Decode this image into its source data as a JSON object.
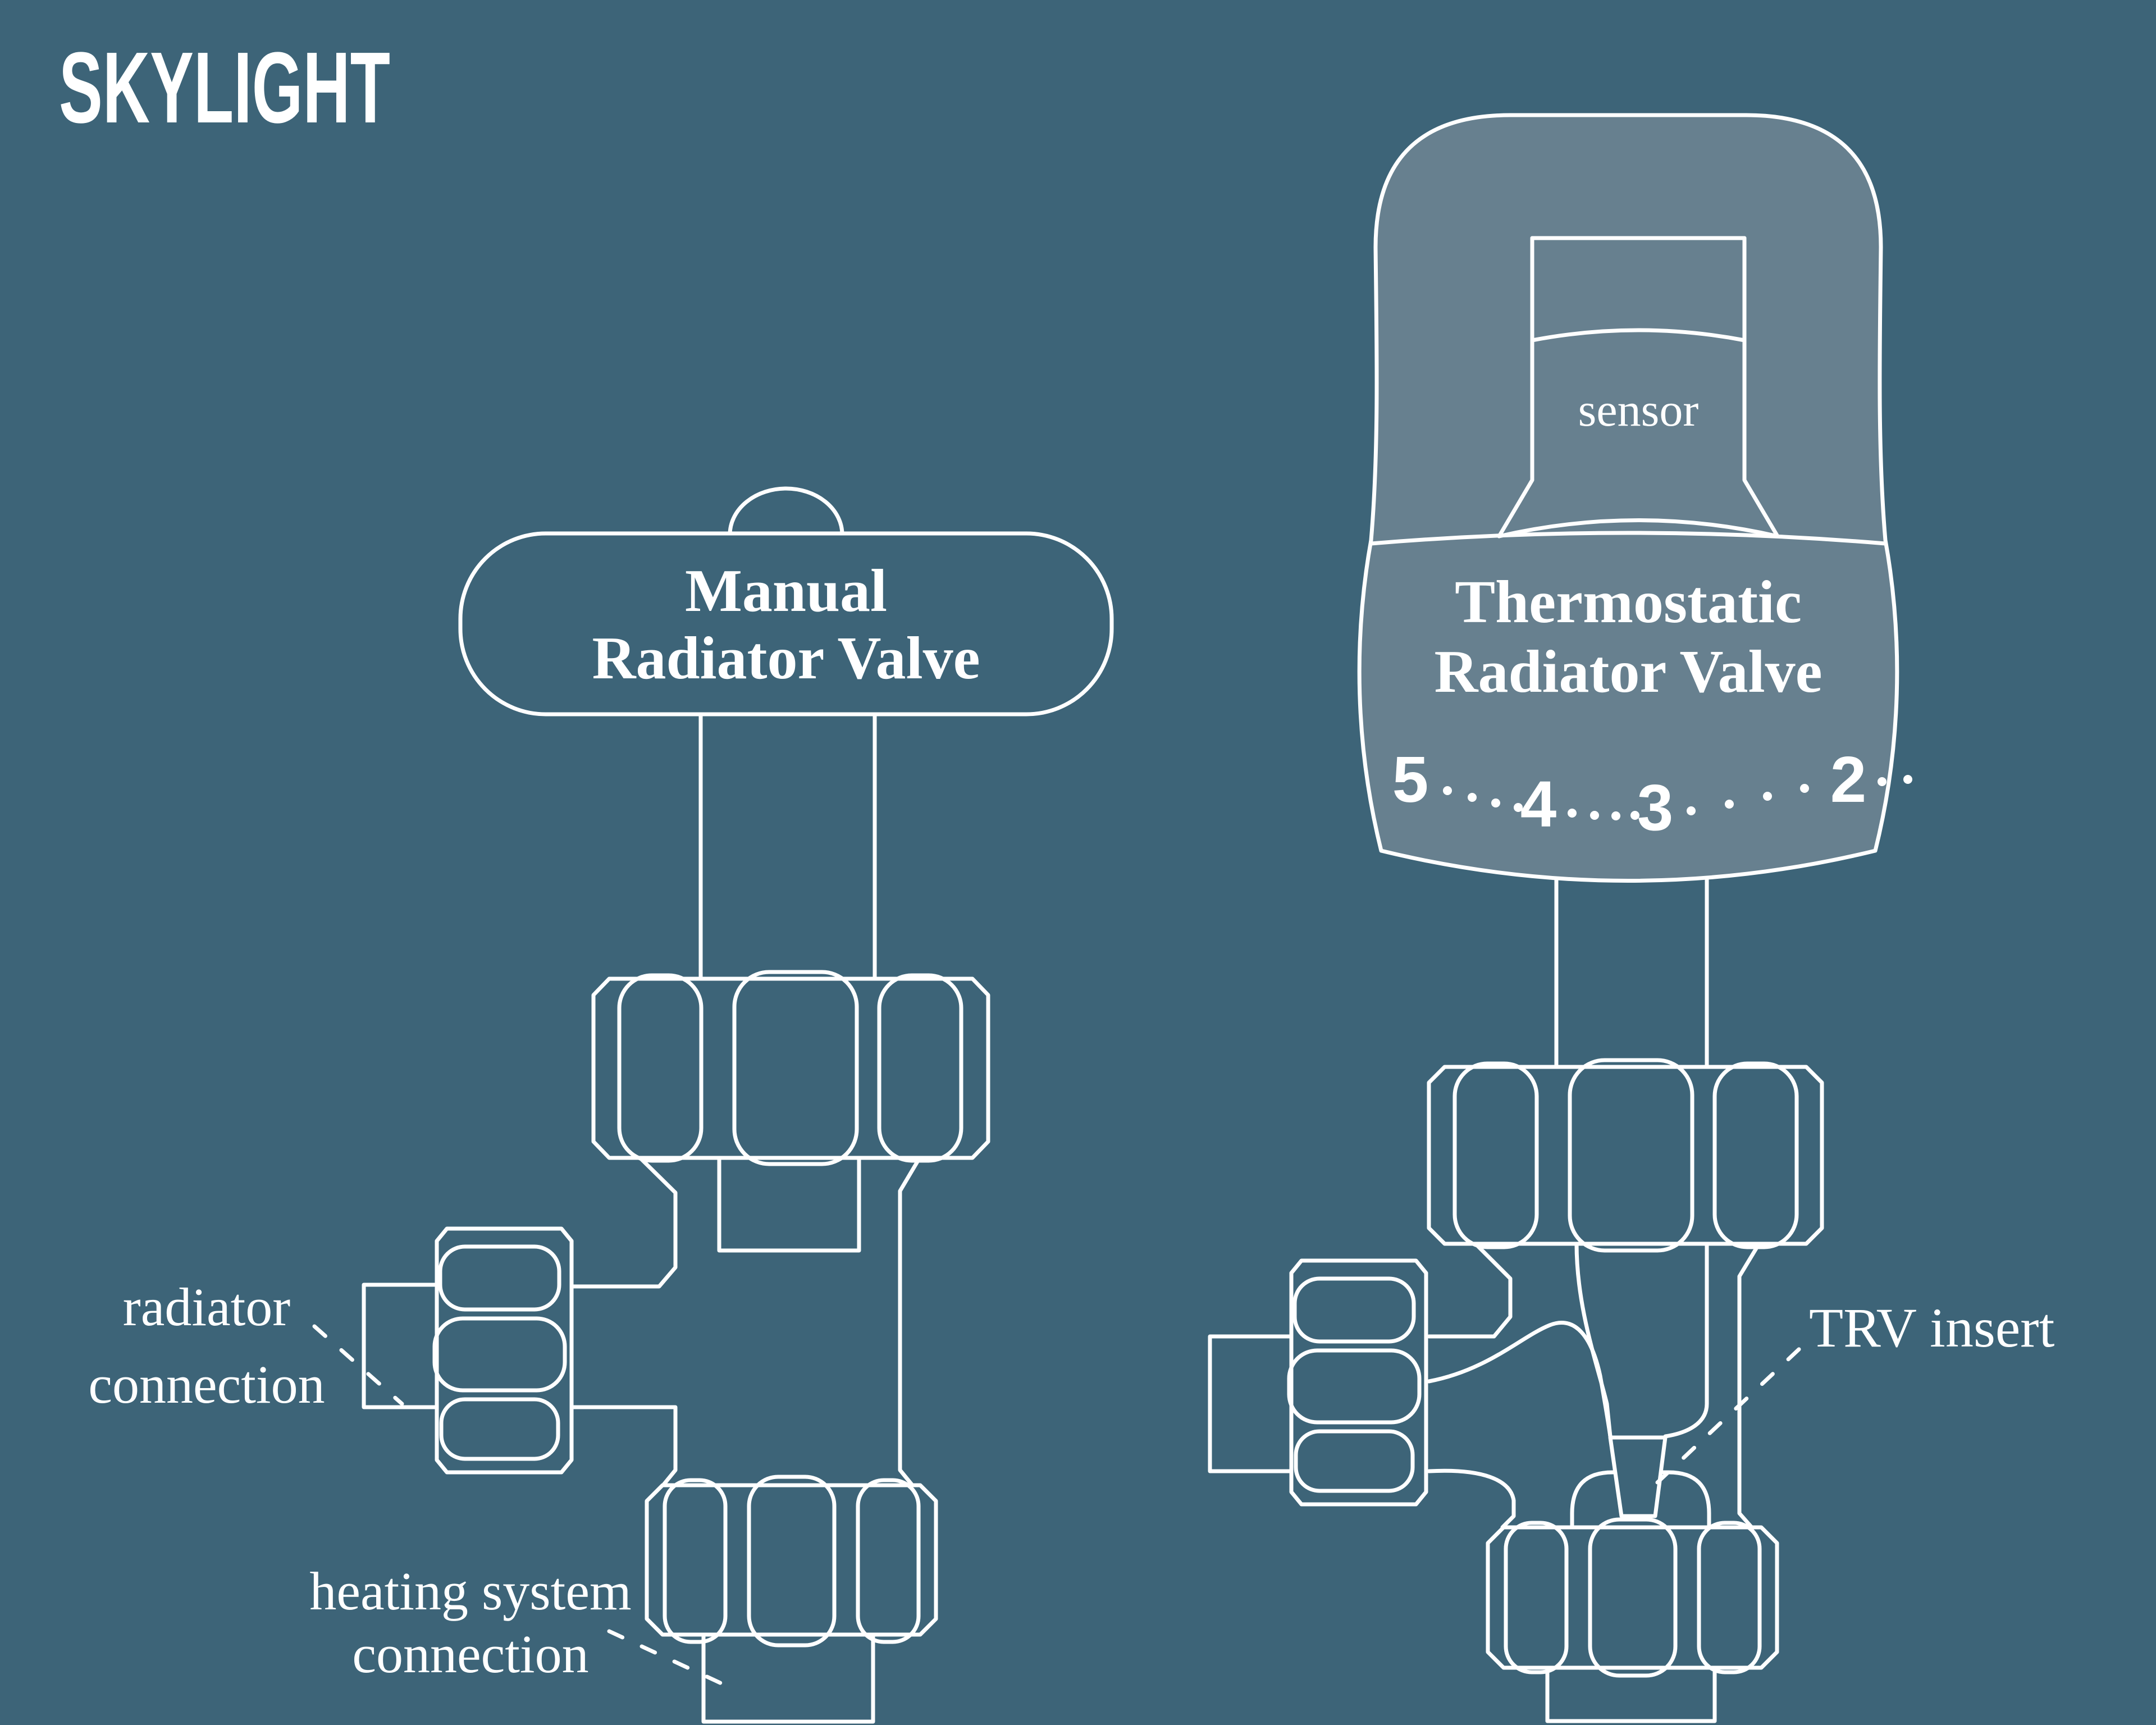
{
  "colors": {
    "background": "#3d6478",
    "line": "#ffffff",
    "thermostatic_head_fill": "#67808f"
  },
  "logo": {
    "text": "SKYLIGHT"
  },
  "manual_valve": {
    "title_line1": "Manual",
    "title_line2": "Radiator Valve"
  },
  "thermostatic_valve": {
    "title_line1": "Thermostatic",
    "title_line2": "Radiator Valve",
    "sensor_label": "sensor",
    "dial_marks": [
      "5",
      "4",
      "3",
      "2"
    ]
  },
  "annotations": {
    "radiator_connection_line1": "radiator",
    "radiator_connection_line2": "connection",
    "heating_system_line1": "heating system",
    "heating_system_line2": "connection",
    "trv_insert": "TRV insert"
  }
}
